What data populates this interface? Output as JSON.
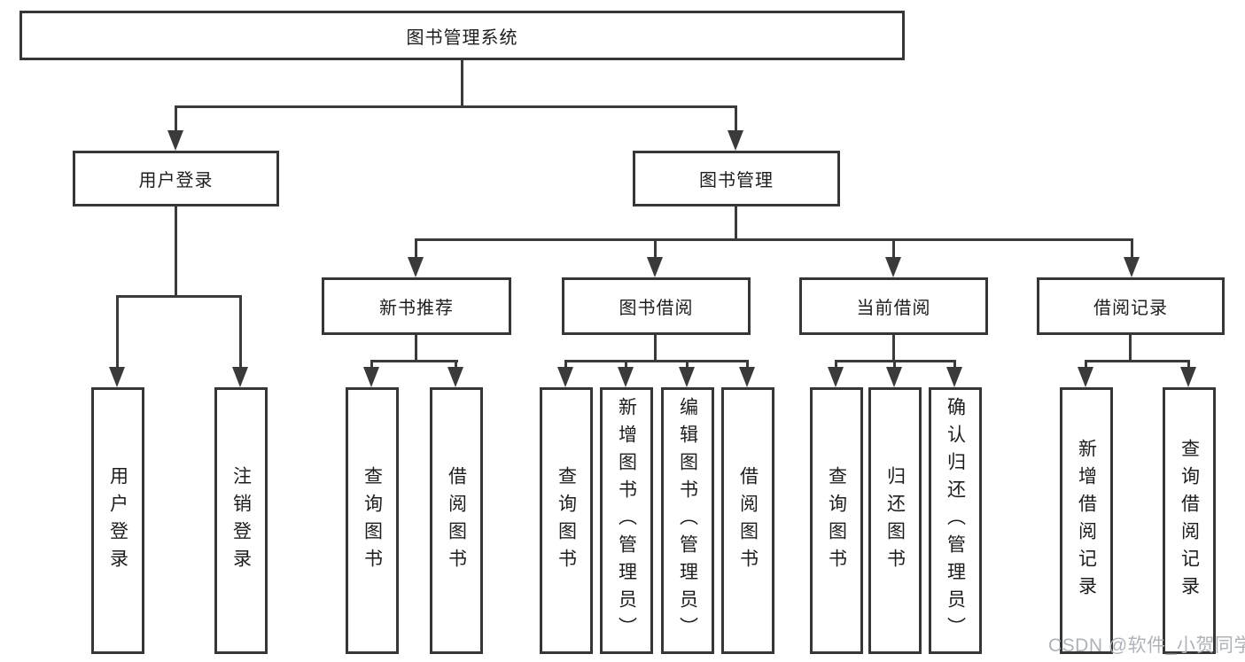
{
  "diagram": {
    "title": "图书管理系统",
    "level2": [
      {
        "label": "用户登录",
        "parent": "图书管理系统"
      },
      {
        "label": "图书管理",
        "parent": "图书管理系统"
      }
    ],
    "level3": [
      {
        "label": "新书推荐",
        "parent": "图书管理"
      },
      {
        "label": "图书借阅",
        "parent": "图书管理"
      },
      {
        "label": "当前借阅",
        "parent": "图书管理"
      },
      {
        "label": "借阅记录",
        "parent": "图书管理"
      }
    ],
    "leaves": [
      {
        "label": "用户登录",
        "parent": "用户登录"
      },
      {
        "label": "注销登录",
        "parent": "用户登录"
      },
      {
        "label": "查询图书",
        "parent": "新书推荐"
      },
      {
        "label": "借阅图书",
        "parent": "新书推荐"
      },
      {
        "label": "查询图书",
        "parent": "图书借阅"
      },
      {
        "label": "新增图书（管理员）",
        "parent": "图书借阅"
      },
      {
        "label": "编辑图书（管理员）",
        "parent": "图书借阅"
      },
      {
        "label": "借阅图书",
        "parent": "图书借阅"
      },
      {
        "label": "查询图书",
        "parent": "当前借阅"
      },
      {
        "label": "归还图书",
        "parent": "当前借阅"
      },
      {
        "label": "确认归还（管理员）",
        "parent": "当前借阅"
      },
      {
        "label": "新增借阅记录",
        "parent": "借阅记录"
      },
      {
        "label": "查询借阅记录",
        "parent": "借阅记录"
      }
    ],
    "colors": {
      "line": "#3a3a3a",
      "box_border": "#363636",
      "box_fill": "#ffffff",
      "text": "#1d1d1d"
    }
  },
  "watermark": {
    "text": "CSDN @软件_小贺同学",
    "color": "#aeb3bb"
  }
}
